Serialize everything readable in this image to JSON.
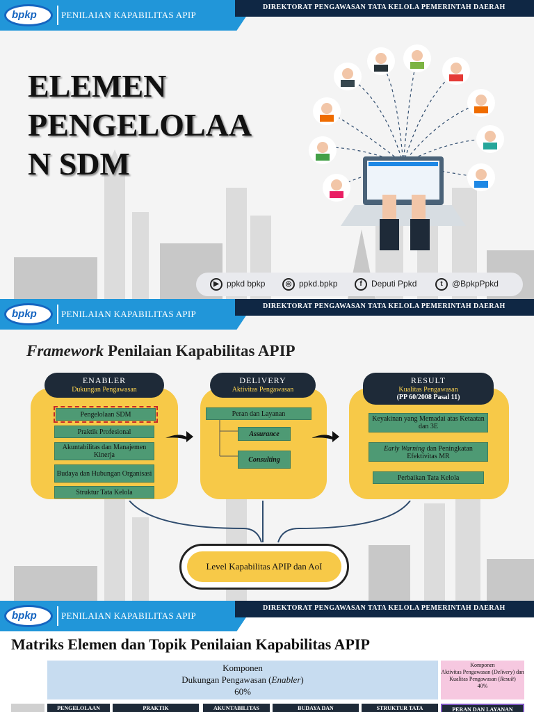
{
  "header": {
    "logo": "bpkp",
    "title": "PENILAIAN KAPABILITAS APIP",
    "directorate": "DIREKTORAT PENGAWASAN TATA KELOLA PEMERINTAH DAERAH"
  },
  "slide1": {
    "title_lines": [
      "ELEMEN",
      "PENGELOLAA",
      "N SDM"
    ],
    "social": [
      {
        "icon": "youtube-icon",
        "label": "ppkd bpkp"
      },
      {
        "icon": "instagram-icon",
        "label": "ppkd.bpkp"
      },
      {
        "icon": "facebook-icon",
        "label": "Deputi Ppkd"
      },
      {
        "icon": "twitter-icon",
        "label": "@BpkpPpkd"
      }
    ]
  },
  "slide2": {
    "title_italic": "Framework",
    "title_rest": " Penilaian Kapabilitas APIP",
    "enabler": {
      "head": "ENABLER",
      "sub": "Dukungan Pengawasan",
      "items": [
        "Pengelolaan SDM",
        "Praktik Profesional",
        "Akuntabilitas dan Manajemen Kinerja",
        "Budaya dan Hubungan Organisasi",
        "Struktur Tata Kelola"
      ]
    },
    "delivery": {
      "head": "DELIVERY",
      "sub": "Aktivitas Pengawasan",
      "main": "Peran dan Layanan",
      "items": [
        "Assurance",
        "Consulting"
      ]
    },
    "result": {
      "head": "RESULT",
      "sub": "Kualitas Pengawasan",
      "sub2": "(PP 60/2008 Pasal 11)",
      "item1": "Keyakinan yang Memadai atas Ketaatan dan 3E",
      "item2_italic": "Early Warning",
      "item2_rest": " dan Peningkatan Efektivitas MR",
      "item3": "Perbaikan Tata Kelola"
    },
    "level": "Level Kapabilitas APIP dan AoI"
  },
  "slide3": {
    "title": "Matriks Elemen dan Topik Penilaian Kapabilitas APIP",
    "komponen": "Komponen",
    "enabler_label": "Dukungan Pengawasan (",
    "enabler_italic": "Enabler",
    "enabler_close": ")",
    "enabler_pct": "60%",
    "komponen2": "Komponen",
    "delivery_label": "Aktivitas Pengawasan (",
    "delivery_italic": "Delivery",
    "delivery_mid": ") dan Kualitas Pengawasan (",
    "result_italic": "Result",
    "delivery_close": ")",
    "delivery_pct": "40%",
    "columns": [
      "PENGELOLAAN",
      "PRAKTIK",
      "AKUNTABILITAS",
      "BUDAYA DAN",
      "STRUKTUR TATA",
      "PERAN DAN LAYANAN"
    ]
  }
}
